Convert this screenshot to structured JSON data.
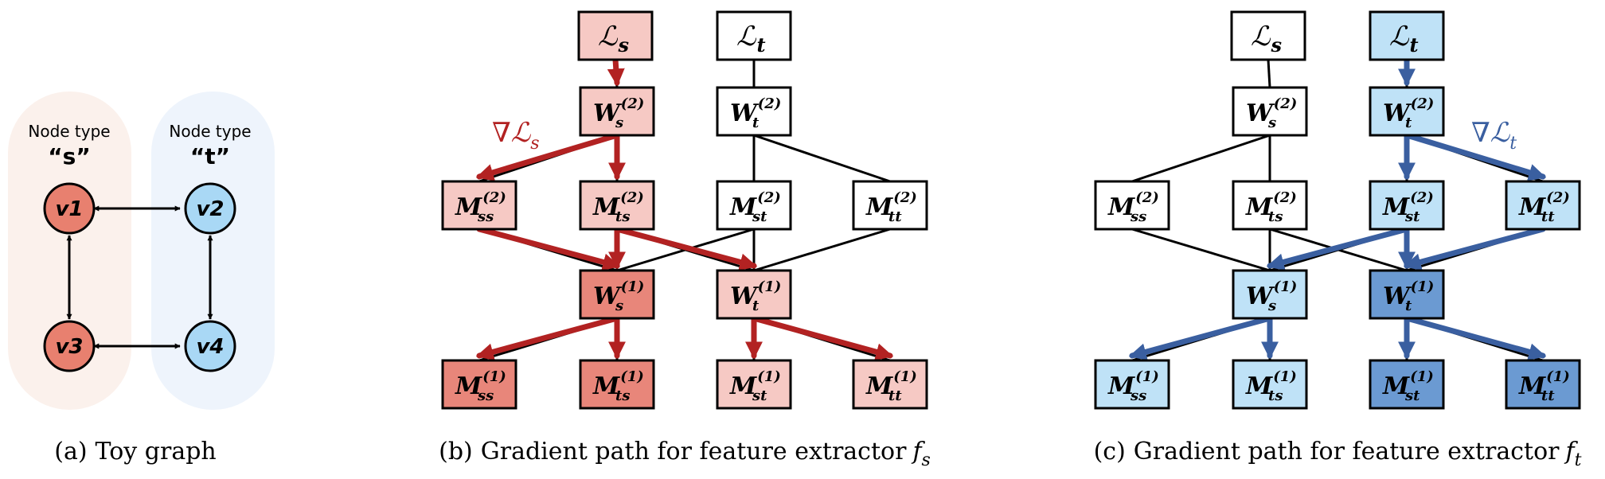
{
  "colors": {
    "red_arrow": "#b22222",
    "blue_arrow": "#3a5fa0",
    "bg_s": "#fbf1ec",
    "bg_t": "#eef4fc",
    "node_s": "#e8806f",
    "node_t": "#a9d8f5",
    "red_1": "#f6c9c4",
    "red_2": "#f1a89e",
    "red_3": "#e8867a",
    "blue_1": "#bfe2f7",
    "blue_2": "#9cc8ec",
    "blue_3": "#6b9ad2"
  },
  "toy_graph": {
    "type_s": {
      "label": "Node type",
      "value": "“s”"
    },
    "type_t": {
      "label": "Node type",
      "value": "“t”"
    },
    "nodes": {
      "v1": "v1",
      "v2": "v2",
      "v3": "v3",
      "v4": "v4"
    }
  },
  "panel_b": {
    "grad_label": {
      "sym": "∇",
      "main": "ℒ",
      "sub": "s"
    },
    "boxes": {
      "Ls": {
        "main": "ℒ",
        "sub": "s",
        "sup": ""
      },
      "Lt": {
        "main": "ℒ",
        "sub": "t",
        "sup": ""
      },
      "Ws2": {
        "main": "W",
        "sub": "s",
        "sup": "(2)"
      },
      "Wt2": {
        "main": "W",
        "sub": "t",
        "sup": "(2)"
      },
      "Mss2": {
        "main": "M",
        "sub": "ss",
        "sup": "(2)"
      },
      "Mts2": {
        "main": "M",
        "sub": "ts",
        "sup": "(2)"
      },
      "Mst2": {
        "main": "M",
        "sub": "st",
        "sup": "(2)"
      },
      "Mtt2": {
        "main": "M",
        "sub": "tt",
        "sup": "(2)"
      },
      "Ws1": {
        "main": "W",
        "sub": "s",
        "sup": "(1)"
      },
      "Wt1": {
        "main": "W",
        "sub": "t",
        "sup": "(1)"
      },
      "Mss1": {
        "main": "M",
        "sub": "ss",
        "sup": "(1)"
      },
      "Mts1": {
        "main": "M",
        "sub": "ts",
        "sup": "(1)"
      },
      "Mst1": {
        "main": "M",
        "sub": "st",
        "sup": "(1)"
      },
      "Mtt1": {
        "main": "M",
        "sub": "tt",
        "sup": "(1)"
      }
    }
  },
  "panel_c": {
    "grad_label": {
      "sym": "∇",
      "main": "ℒ",
      "sub": "t"
    },
    "boxes": {
      "Ls": {
        "main": "ℒ",
        "sub": "s",
        "sup": ""
      },
      "Lt": {
        "main": "ℒ",
        "sub": "t",
        "sup": ""
      },
      "Ws2": {
        "main": "W",
        "sub": "s",
        "sup": "(2)"
      },
      "Wt2": {
        "main": "W",
        "sub": "t",
        "sup": "(2)"
      },
      "Mss2": {
        "main": "M",
        "sub": "ss",
        "sup": "(2)"
      },
      "Mts2": {
        "main": "M",
        "sub": "ts",
        "sup": "(2)"
      },
      "Mst2": {
        "main": "M",
        "sub": "st",
        "sup": "(2)"
      },
      "Mtt2": {
        "main": "M",
        "sub": "tt",
        "sup": "(2)"
      },
      "Ws1": {
        "main": "W",
        "sub": "s",
        "sup": "(1)"
      },
      "Wt1": {
        "main": "W",
        "sub": "t",
        "sup": "(1)"
      },
      "Mss1": {
        "main": "M",
        "sub": "ss",
        "sup": "(1)"
      },
      "Mts1": {
        "main": "M",
        "sub": "ts",
        "sup": "(1)"
      },
      "Mst1": {
        "main": "M",
        "sub": "st",
        "sup": "(1)"
      },
      "Mtt1": {
        "main": "M",
        "sub": "tt",
        "sup": "(1)"
      }
    }
  },
  "captions": {
    "a": {
      "tag": "(a)",
      "text": "Toy graph"
    },
    "b": {
      "tag": "(b)",
      "text": "Gradient path for feature extractor",
      "var": "f",
      "sub": "s"
    },
    "c": {
      "tag": "(c)",
      "text": "Gradient path for feature extractor",
      "var": "f",
      "sub": "t"
    }
  }
}
